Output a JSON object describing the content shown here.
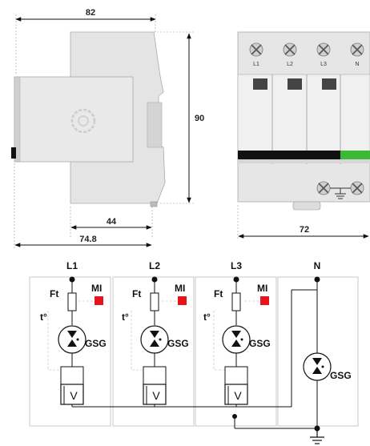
{
  "dimensions": {
    "width_top": "82",
    "height": "90",
    "depth_base": "44",
    "depth_total": "74.8",
    "front_width": "72"
  },
  "front_terminals": [
    "L1",
    "L2",
    "L3",
    "N"
  ],
  "schematic": {
    "phases": [
      {
        "line": "L1",
        "fuse": "Ft",
        "indicator": "MI",
        "thermal": "t°",
        "gap": "GSG",
        "varistor": "V"
      },
      {
        "line": "L2",
        "fuse": "Ft",
        "indicator": "MI",
        "thermal": "t°",
        "gap": "GSG",
        "varistor": "V"
      },
      {
        "line": "L3",
        "fuse": "Ft",
        "indicator": "MI",
        "thermal": "t°",
        "gap": "GSG",
        "varistor": "V"
      }
    ],
    "neutral": {
      "line": "N",
      "gap": "GSG"
    }
  },
  "colors": {
    "housing": "#e4e4e4",
    "housing_dark": "#cfcfcf",
    "indicator_red": "#e8141c",
    "status_black": "#111111",
    "status_green": "#3cb832"
  }
}
